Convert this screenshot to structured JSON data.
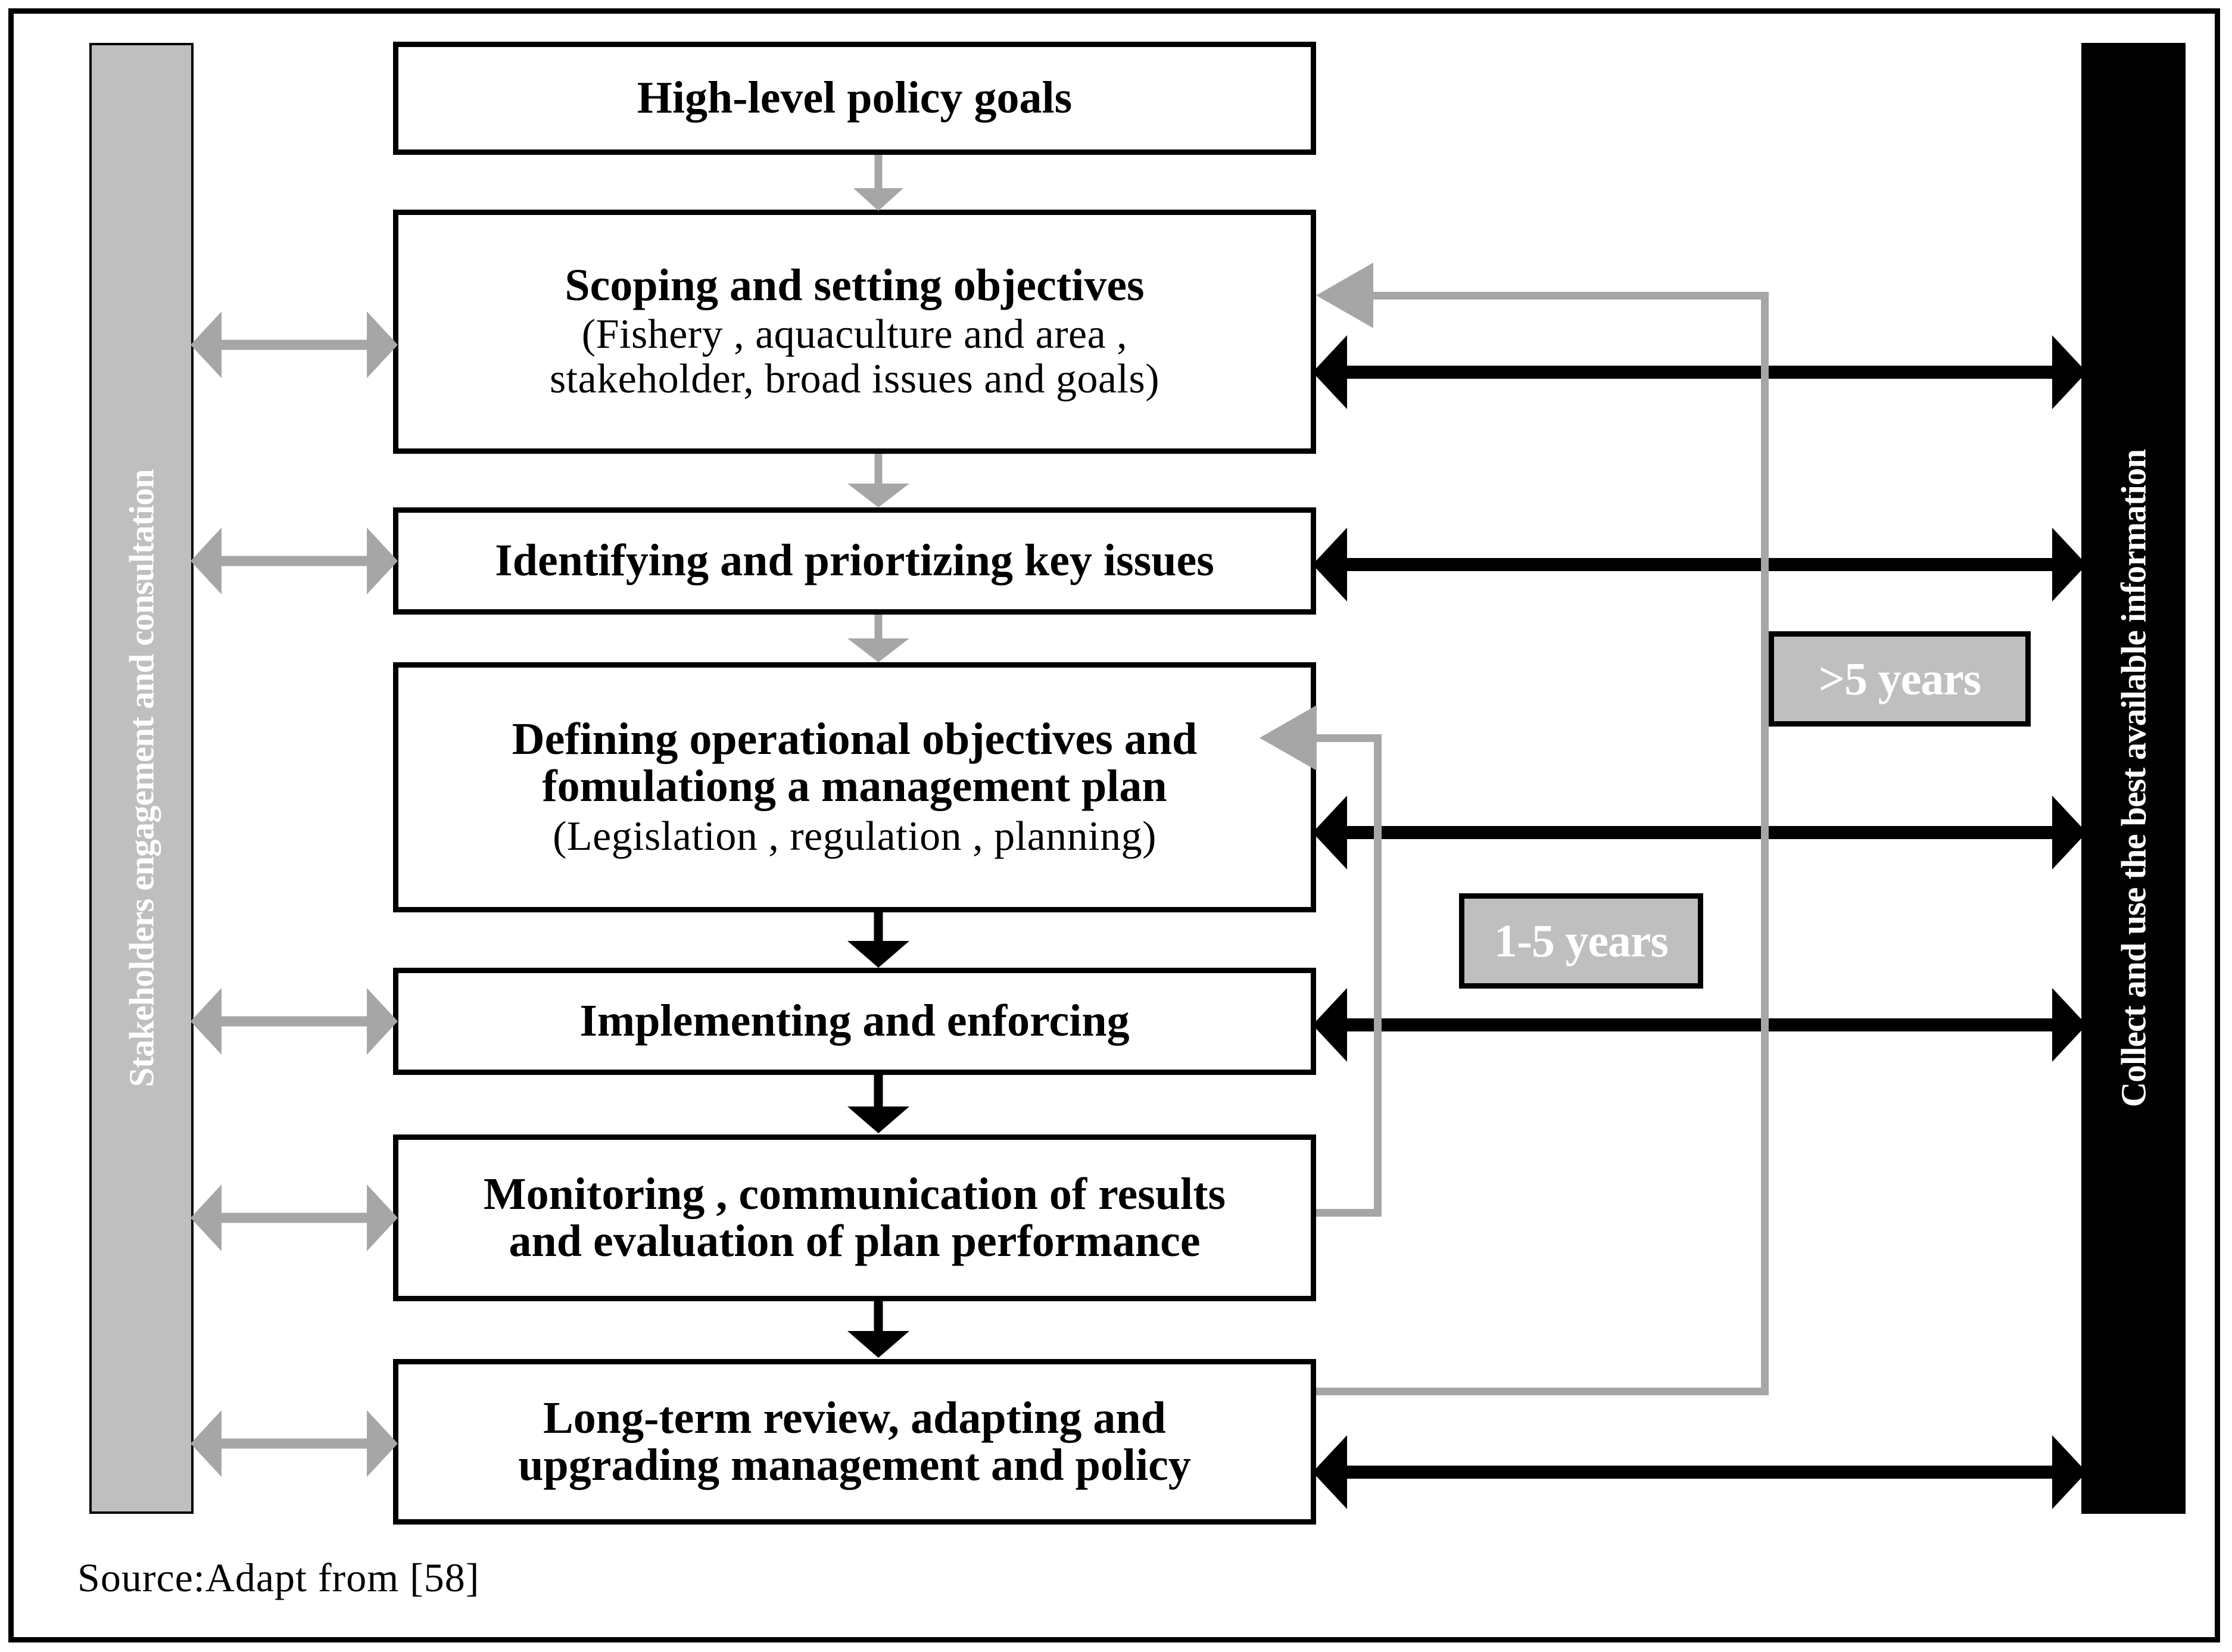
{
  "figure": {
    "source_caption": "Source:Adapt from  [58]"
  },
  "sidebars": {
    "left": {
      "label": "Stakeholders engagement and consultation",
      "bg_color": "#bfbfbf",
      "text_color": "#ffffff"
    },
    "right": {
      "label": "Collect and use the best available information",
      "bg_color": "#000000",
      "text_color": "#ffffff"
    }
  },
  "flow": {
    "steps": [
      {
        "id": "policy-goals",
        "title": "High-level policy goals",
        "subtitle": ""
      },
      {
        "id": "scoping",
        "title": "Scoping and setting objectives",
        "subtitle": "(Fishery , aquaculture and area ,\nstakeholder, broad issues and goals)"
      },
      {
        "id": "key-issues",
        "title": "Identifying and priortizing key issues",
        "subtitle": ""
      },
      {
        "id": "operational-objectives",
        "title": "Defining operational objectives and\nfomulationg a management plan",
        "subtitle": "(Legislation , regulation , planning)"
      },
      {
        "id": "implementing",
        "title": "Implementing and enforcing",
        "subtitle": ""
      },
      {
        "id": "monitoring",
        "title": "Monitoring , communication of results\nand evaluation of plan performance",
        "subtitle": ""
      },
      {
        "id": "long-term-review",
        "title": "Long-term review, adapting  and\nupgrading management and policy",
        "subtitle": ""
      }
    ]
  },
  "feedback_loops": [
    {
      "id": "short-cycle",
      "label": "1-5 years",
      "from": "monitoring",
      "to": "operational-objectives",
      "color": "#a6a6a6"
    },
    {
      "id": "long-cycle",
      "label": ">5 years",
      "from": "long-term-review",
      "to": "scoping",
      "color": "#a6a6a6"
    }
  ],
  "colors": {
    "line_black": "#000000",
    "line_gray": "#a6a6a6",
    "tag_fill": "#bfbfbf",
    "box_fill": "#ffffff"
  }
}
